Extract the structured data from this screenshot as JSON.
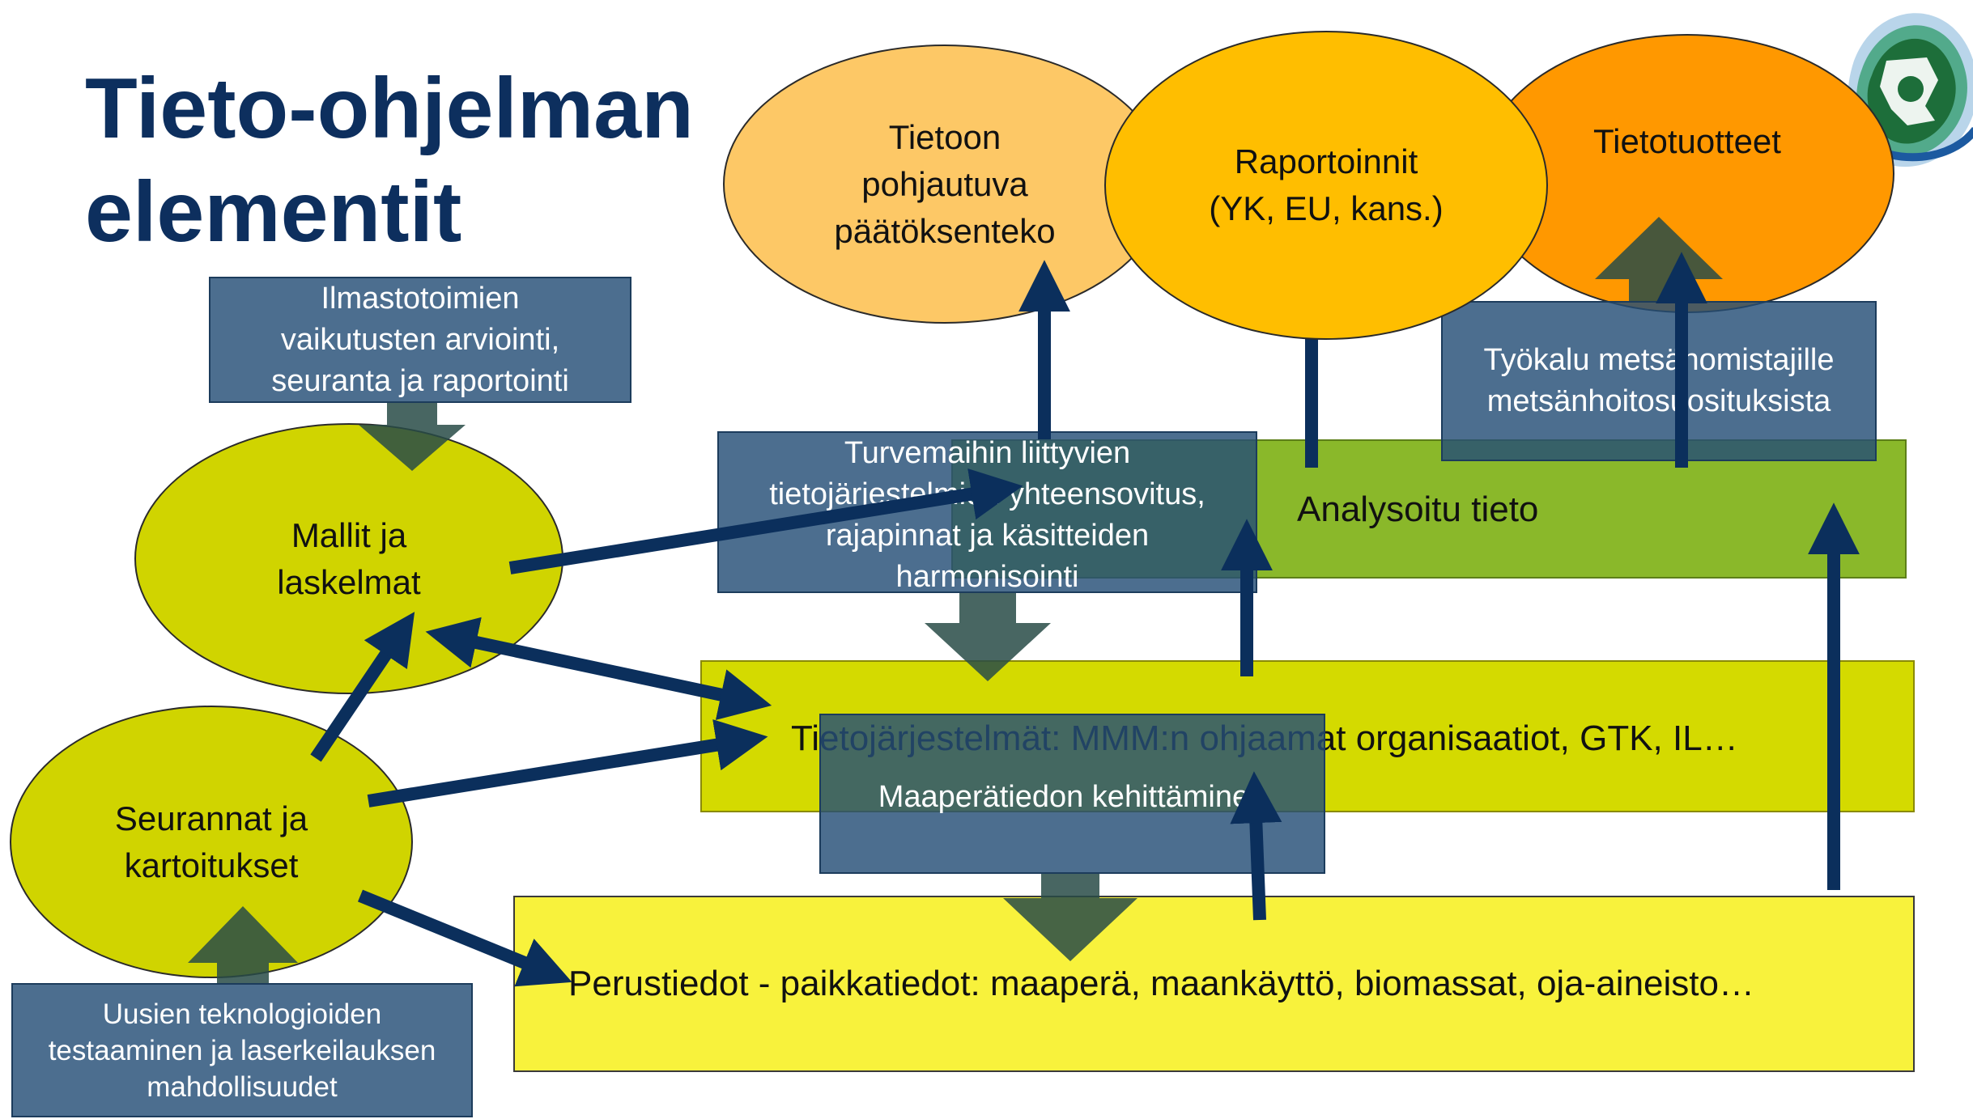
{
  "title": {
    "line1": "Tieto-ohjelman",
    "line2": "elementit"
  },
  "ellipses": {
    "decision": {
      "lines": [
        "Tietoon",
        "pohjautuva",
        "päätöksenteko"
      ]
    },
    "reporting": {
      "lines": [
        "Raportoinnit",
        "(YK, EU, kans.)"
      ]
    },
    "products": {
      "lines": [
        "Tietotuotteet"
      ]
    },
    "models": {
      "lines": [
        "Mallit ja",
        "laskelmat"
      ]
    },
    "monitoring": {
      "lines": [
        "Seurannat ja",
        "kartoitukset"
      ]
    }
  },
  "bars": {
    "analysed": "Analysoitu tieto",
    "systems": "Tietojärjestelmät: MMM:n ohjaamat organisaatiot, GTK, IL…",
    "basic": "Perustiedot - paikkatiedot: maaperä, maankäyttö, biomassat, oja-aineisto…"
  },
  "notes": {
    "climate": [
      "Ilmastotoimien",
      "vaikutusten arviointi,",
      "seuranta ja raportointi"
    ],
    "peat": [
      "Turvemaihin liittyvien",
      "tietojärjestelmien yhteensovitus,",
      "rajapinnat ja käsitteiden",
      "harmonisointi"
    ],
    "tool": [
      "Työkalu metsänomistajille",
      "metsänhoitosuosituksista"
    ],
    "soil": [
      "Maaperätiedon kehittäminen"
    ],
    "tech": [
      "Uusien teknologioiden",
      "testaaminen ja  laserkeilauksen",
      "mahdollisuudet"
    ]
  },
  "colors": {
    "title": "#0d2f5e",
    "arrow": "#0b2f5c",
    "decision_fill": "#fdc866",
    "reporting_fill": "#ffbe00",
    "products_fill": "#ff9800",
    "model_fill": "#d0d400",
    "analysed_fill": "#8ab82a",
    "systems_fill": "#d4da00",
    "basic_fill": "#f8f23c",
    "note_fill": "#2f5a84"
  },
  "logo": {
    "icon": "finnish-government-lion-emblem"
  }
}
